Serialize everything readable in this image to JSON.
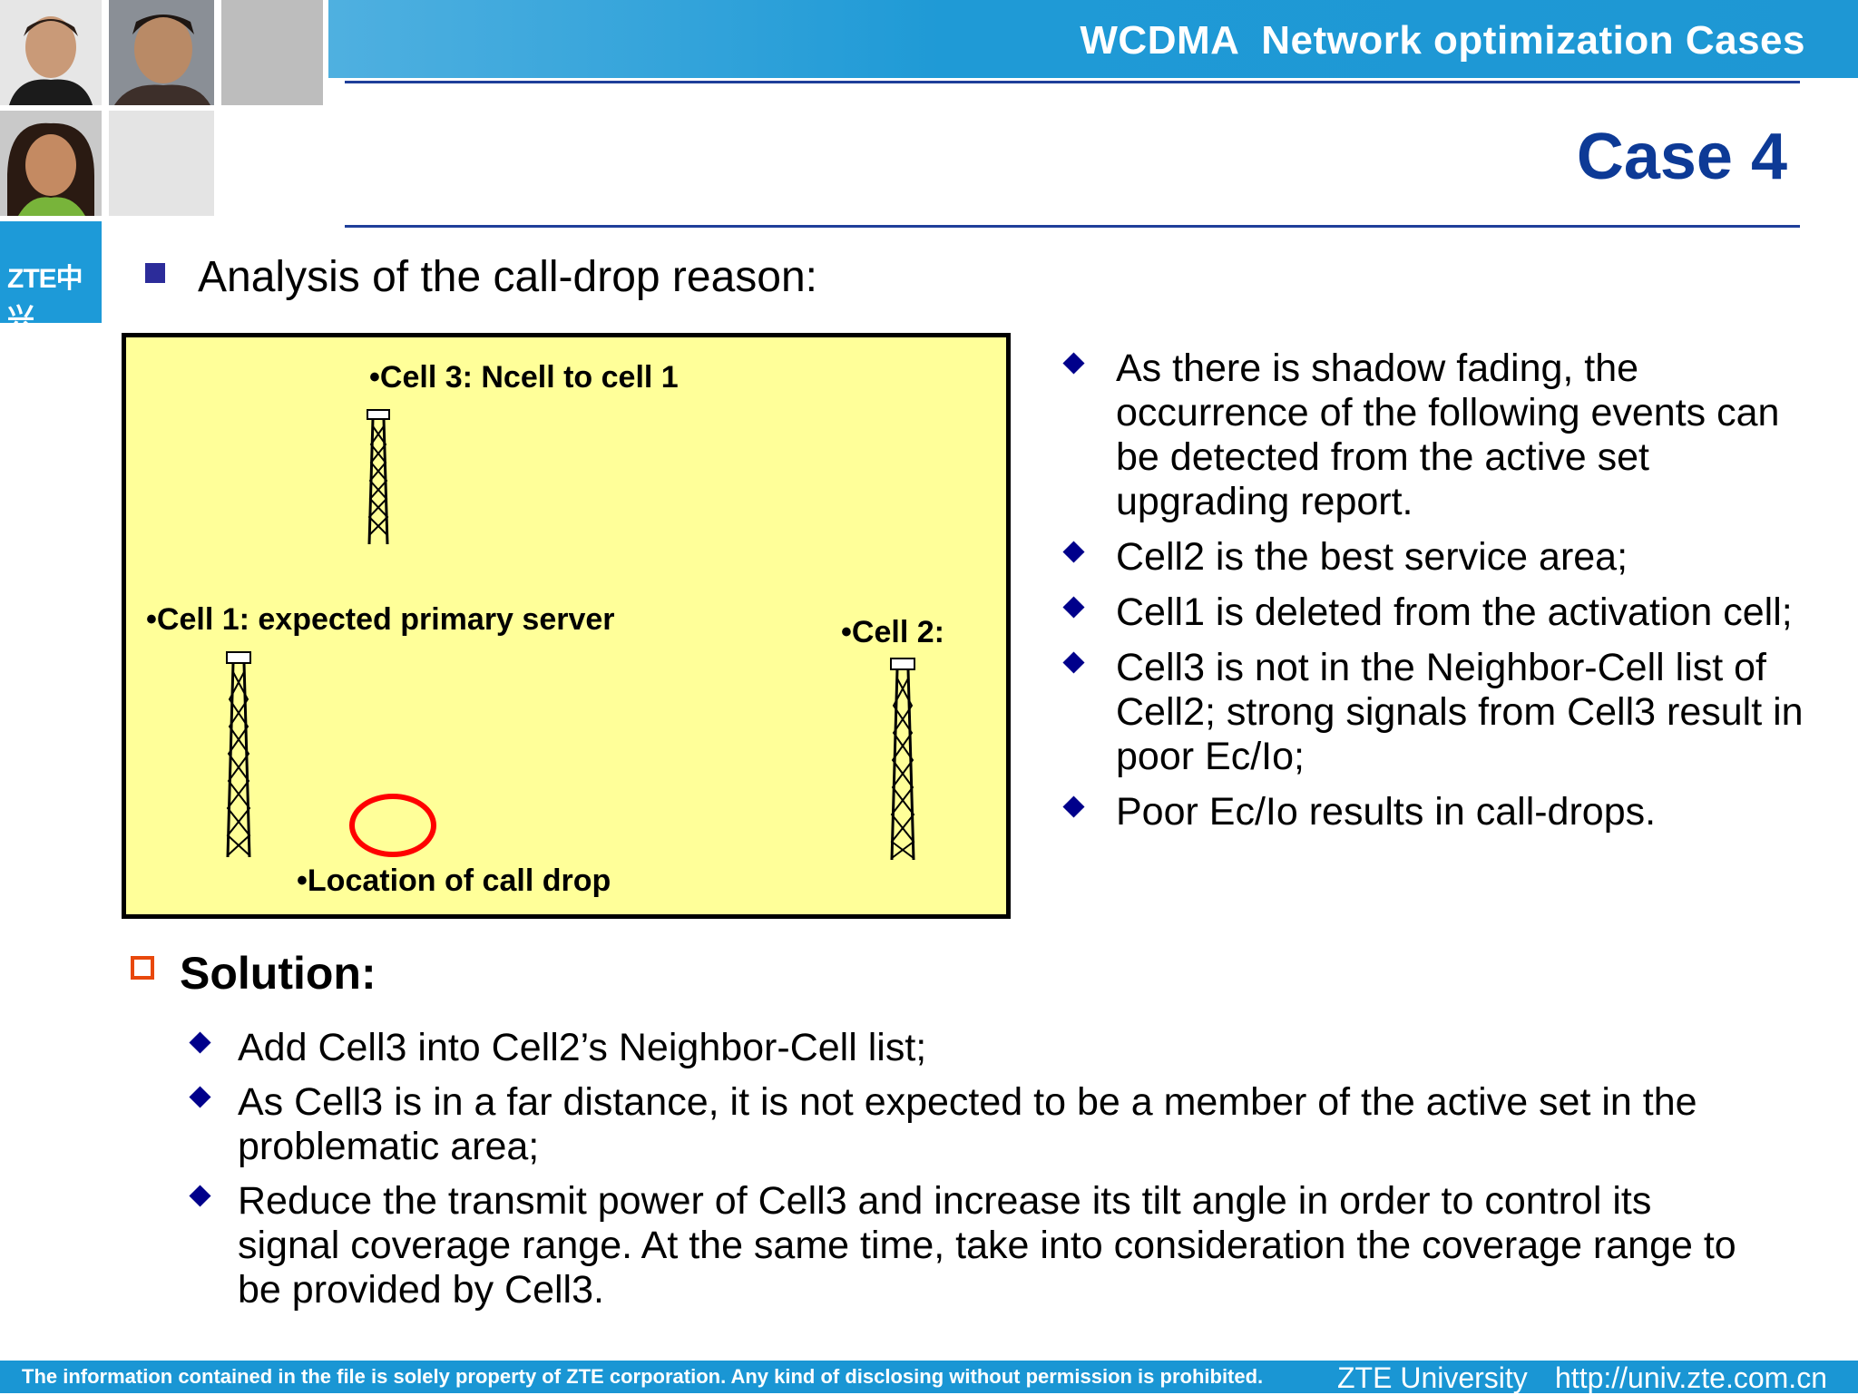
{
  "header": {
    "title": "WCDMA  Network optimization Cases",
    "case_title": "Case 4",
    "logo_text": "ZTE中兴"
  },
  "analysis": {
    "heading": "Analysis of the call-drop reason:"
  },
  "diagram": {
    "cell3_label": "•Cell 3: Ncell to cell 1",
    "cell1_label": "•Cell 1: expected primary server",
    "cell2_label": "•Cell 2:",
    "drop_label": "•Location of call drop",
    "background_color": "#ffff99",
    "marker_color": "#ff0000"
  },
  "right_bullets": [
    "As there is shadow fading, the occurrence of the following events can be detected from the active set upgrading report.",
    "Cell2 is the best service area;",
    "Cell1 is deleted from the activation cell;",
    "Cell3 is not in the Neighbor-Cell list of Cell2; strong signals from Cell3 result in poor Ec/Io;",
    "Poor Ec/Io results in call-drops."
  ],
  "solution": {
    "heading": "Solution:",
    "items": [
      "Add Cell3 into Cell2’s Neighbor-Cell list;",
      "As Cell3 is in a far distance, it is not expected to be a member of the active set in the problematic area;",
      "Reduce the transmit power of Cell3 and increase its tilt angle in order to control its signal coverage range. At the same time, take into consideration the coverage range to be provided by Cell3."
    ]
  },
  "footer": {
    "notice": "The information contained in the file is solely property of ZTE corporation. Any kind of disclosing without permission is prohibited.",
    "university": "ZTE University",
    "url": "http://univ.zte.com.cn"
  },
  "colors": {
    "brand_blue": "#1e97d4",
    "title_navy": "#0d3a96",
    "bullet_navy": "#00008b",
    "solution_box": "#e8480c"
  }
}
